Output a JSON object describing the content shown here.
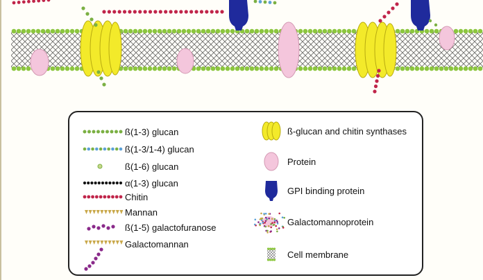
{
  "legend": {
    "left": [
      {
        "label": "ß(1-3) glucan",
        "icon": "b13-glucan-chain-icon"
      },
      {
        "label": "ß(1-3/1-4) glucan",
        "icon": "b13-14-glucan-chain-icon"
      },
      {
        "label": "ß(1-6) glucan",
        "icon": "b16-glucan-icon"
      },
      {
        "label": "α(1-3) glucan",
        "icon": "a13-glucan-chain-icon"
      },
      {
        "label": "Chitin",
        "icon": "chitin-chain-icon"
      },
      {
        "label": "Mannan",
        "icon": "mannan-chain-icon"
      },
      {
        "label": "ß(1-5) galactofuranose",
        "icon": "galactofuranose-chain-icon"
      },
      {
        "label": "Galactomannan",
        "icon": "galactomannan-chain-icon"
      }
    ],
    "right": [
      {
        "label": "ß-glucan and chitin synthases",
        "icon": "synthase-icon"
      },
      {
        "label": "Protein",
        "icon": "protein-icon"
      },
      {
        "label": "GPI binding protein",
        "icon": "gpi-protein-icon"
      },
      {
        "label": "Galactomannoprotein",
        "icon": "galactomannoprotein-icon"
      },
      {
        "label": "Cell membrane",
        "icon": "cell-membrane-icon"
      }
    ]
  },
  "colors": {
    "b13_glucan": "#7bb043",
    "b1314_glucan_blue": "#5aa0d8",
    "a13_glucan": "#111111",
    "chitin": "#c0254a",
    "mannan": "#c9a84a",
    "galactofuranose": "#8a2a8a",
    "synthase": "#f3ea2a",
    "protein": "#f4c6dc",
    "gpi_protein": "#1f2a9c",
    "membrane_head": "#8cc63f",
    "membrane_tail": "#555555"
  }
}
